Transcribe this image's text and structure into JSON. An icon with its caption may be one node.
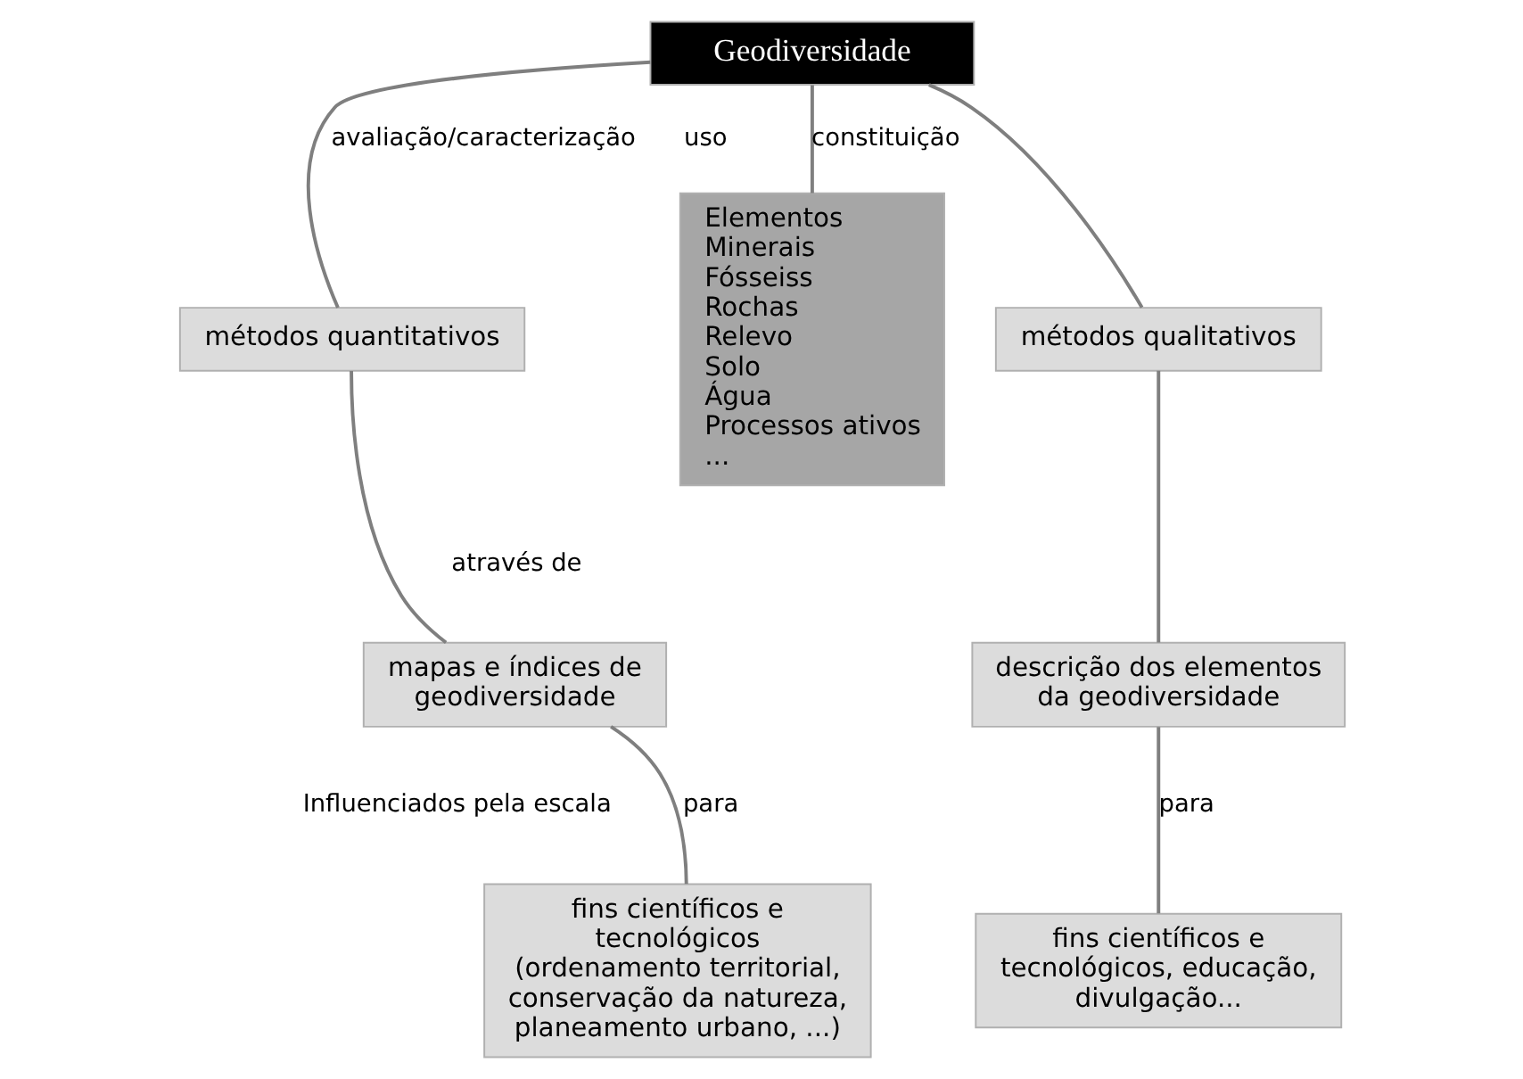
{
  "diagram": {
    "nodes": [
      {
        "text": [
          "Geodiversidade"
        ]
      },
      {
        "text": [
          "Elementos",
          "Minerais",
          "Fósseiss",
          "Rochas",
          "Relevo",
          "Solo",
          "Água",
          "Processos ativos",
          "..."
        ]
      },
      {
        "text": [
          "métodos quantitativos"
        ]
      },
      {
        "text": [
          "métodos qualitativos"
        ]
      },
      {
        "text": [
          "mapas e índices de geodiversidade"
        ]
      },
      {
        "text": [
          "descrição dos elementos da geodiversidade"
        ]
      },
      {
        "text": [
          "fins científicos e tecnológicos",
          "(ordenamento territorial, conservação da natureza, planeamento urbano, ...)"
        ]
      },
      {
        "text": [
          "fins científicos e tecnológicos, educação, divulgação..."
        ]
      }
    ],
    "edges": [
      {
        "from": 0,
        "to": 1,
        "arrow": "none",
        "label": "constituição"
      },
      {
        "from": 0,
        "to": 2,
        "arrow": "none",
        "label": "avaliação/caracterização"
      },
      {
        "from": 0,
        "to": 3,
        "arrow": "none"
      },
      {
        "from": 2,
        "to": 4,
        "arrow": "none"
      },
      {
        "from": 3,
        "to": 5,
        "arrow": "none"
      },
      {
        "from": 4,
        "to": 6,
        "arrow": "none",
        "label": "para"
      },
      {
        "from": 5,
        "to": 7,
        "arrow": "none",
        "label": "para"
      }
    ],
    "labels": [
      "através de",
      "Influenciados pela escala",
      "uso"
    ]
  }
}
